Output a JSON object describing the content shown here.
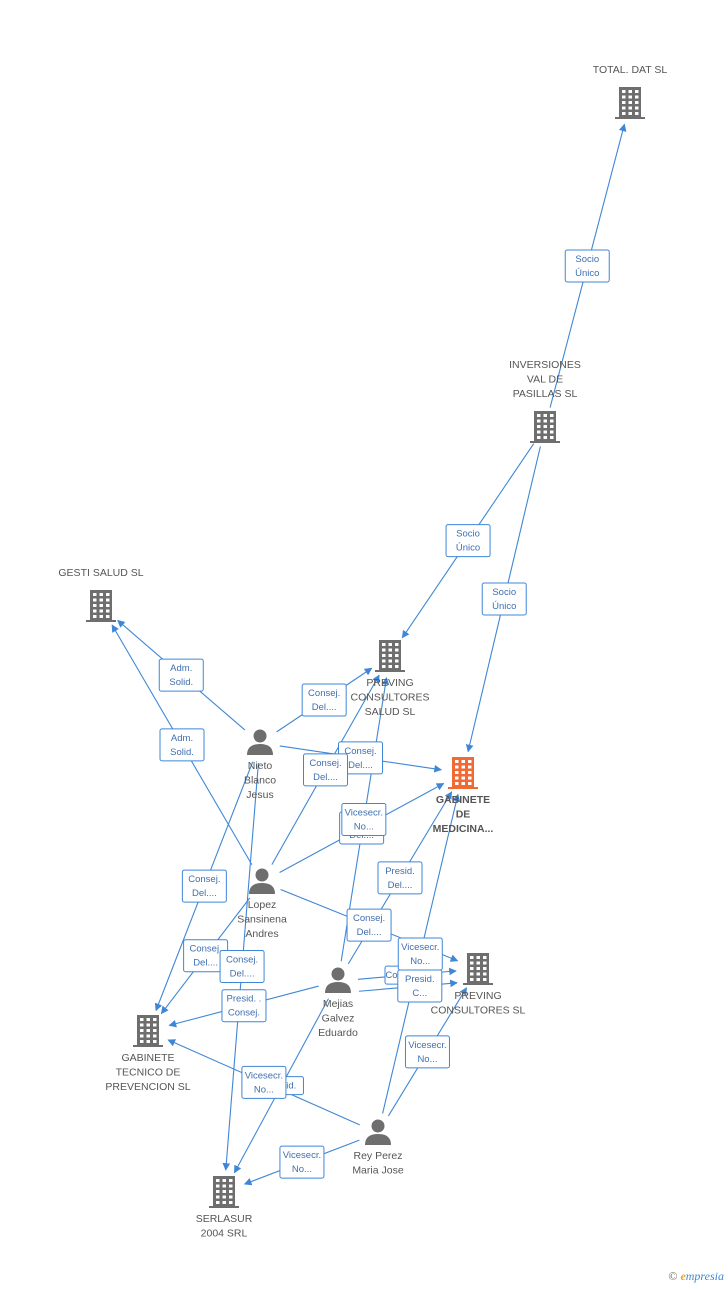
{
  "nodes": [
    {
      "id": "total",
      "type": "company",
      "lines": [
        "TOTAL. DAT SL"
      ],
      "highlight": false
    },
    {
      "id": "inversiones",
      "type": "company",
      "lines": [
        "INVERSIONES",
        "VAL DE",
        "PASILLAS SL"
      ],
      "highlight": false
    },
    {
      "id": "gesti",
      "type": "company",
      "lines": [
        "GESTI SALUD SL"
      ],
      "highlight": false
    },
    {
      "id": "preving_salud",
      "type": "company",
      "lines": [
        "PREVING",
        "CONSULTORES",
        "SALUD SL"
      ],
      "highlight": false
    },
    {
      "id": "gabinete_medicina",
      "type": "company",
      "lines": [
        "GABINETE",
        "DE",
        "MEDICINA..."
      ],
      "highlight": true
    },
    {
      "id": "preving",
      "type": "company",
      "lines": [
        "PREVING",
        "CONSULTORES SL"
      ],
      "highlight": false
    },
    {
      "id": "gabinete_tecnico",
      "type": "company",
      "lines": [
        "GABINETE",
        "TECNICO DE",
        "PREVENCION SL"
      ],
      "highlight": false
    },
    {
      "id": "serlasur",
      "type": "company",
      "lines": [
        "SERLASUR",
        "2004 SRL"
      ],
      "highlight": false
    },
    {
      "id": "nieto",
      "type": "person",
      "lines": [
        "Nieto",
        "Blanco",
        "Jesus"
      ],
      "highlight": false
    },
    {
      "id": "lopez",
      "type": "person",
      "lines": [
        "Lopez",
        "Sansinena",
        "Andres"
      ],
      "highlight": false
    },
    {
      "id": "mejias",
      "type": "person",
      "lines": [
        "Mejias",
        "Galvez",
        "Eduardo"
      ],
      "highlight": false
    },
    {
      "id": "rey",
      "type": "person",
      "lines": [
        "Rey Perez",
        "Maria Jose"
      ],
      "highlight": false
    }
  ],
  "edges": [
    {
      "from": "inversiones",
      "to": "total",
      "label": [
        "Socio",
        "Único"
      ]
    },
    {
      "from": "inversiones",
      "to": "preving_salud",
      "label": [
        "Socio",
        "Único"
      ]
    },
    {
      "from": "inversiones",
      "to": "gabinete_medicina",
      "label": [
        "Socio",
        "Único"
      ]
    },
    {
      "from": "nieto",
      "to": "gesti",
      "label": [
        "Adm.",
        "Solid."
      ]
    },
    {
      "from": "lopez",
      "to": "gesti",
      "label": [
        "Adm.",
        "Solid."
      ]
    },
    {
      "from": "nieto",
      "to": "preving_salud",
      "label": [
        "Consej.",
        "Del...."
      ]
    },
    {
      "from": "nieto",
      "to": "gabinete_medicina",
      "label": [
        "Consej.",
        "Del...."
      ]
    },
    {
      "from": "lopez",
      "to": "preving_salud",
      "label": [
        "Consej.",
        "Del...."
      ]
    },
    {
      "from": "lopez",
      "to": "gabinete_medicina",
      "label": [
        "Consej.",
        "Del...."
      ]
    },
    {
      "from": "mejias",
      "to": "gabinete_medicina",
      "label": [
        "Presid.",
        "Del...."
      ]
    },
    {
      "from": "mejias",
      "to": "preving",
      "label": [
        "Consejero"
      ]
    },
    {
      "from": "lopez",
      "to": "preving",
      "label": [
        "Consej.",
        "Del...."
      ]
    },
    {
      "from": "mejias",
      "to": "preving_salud",
      "label": [
        "Vicesecr.",
        "No..."
      ]
    },
    {
      "from": "rey",
      "to": "gabinete_medicina",
      "label": [
        "Vicesecr.",
        "No..."
      ]
    },
    {
      "from": "rey",
      "to": "preving",
      "label": [
        "Vicesecr.",
        "No..."
      ]
    },
    {
      "from": "mejias",
      "to": "preving",
      "label": [
        "Presid.",
        "C..."
      ]
    },
    {
      "from": "nieto",
      "to": "gabinete_tecnico",
      "label": [
        "Consej.",
        "Del...."
      ]
    },
    {
      "from": "lopez",
      "to": "gabinete_tecnico",
      "label": [
        "Consej.",
        "Del...."
      ]
    },
    {
      "from": "mejias",
      "to": "gabinete_tecnico",
      "label": [
        "Presid. .",
        "Consej."
      ]
    },
    {
      "from": "nieto",
      "to": "serlasur",
      "label": [
        "Consej.",
        "Del...."
      ]
    },
    {
      "from": "mejias",
      "to": "serlasur",
      "label": [
        "Presid."
      ]
    },
    {
      "from": "rey",
      "to": "gabinete_tecnico",
      "label": [
        "Vicesecr.",
        "No..."
      ]
    },
    {
      "from": "rey",
      "to": "serlasur",
      "label": [
        "Vicesecr.",
        "No..."
      ]
    }
  ],
  "footer": {
    "copyright": "©",
    "brand_e": "e",
    "brand_rest": "mpresia"
  },
  "colors": {
    "edge": "#3f87d6",
    "company": "#6e6e6e",
    "highlight": "#f26a33",
    "person": "#6e6e6e"
  }
}
